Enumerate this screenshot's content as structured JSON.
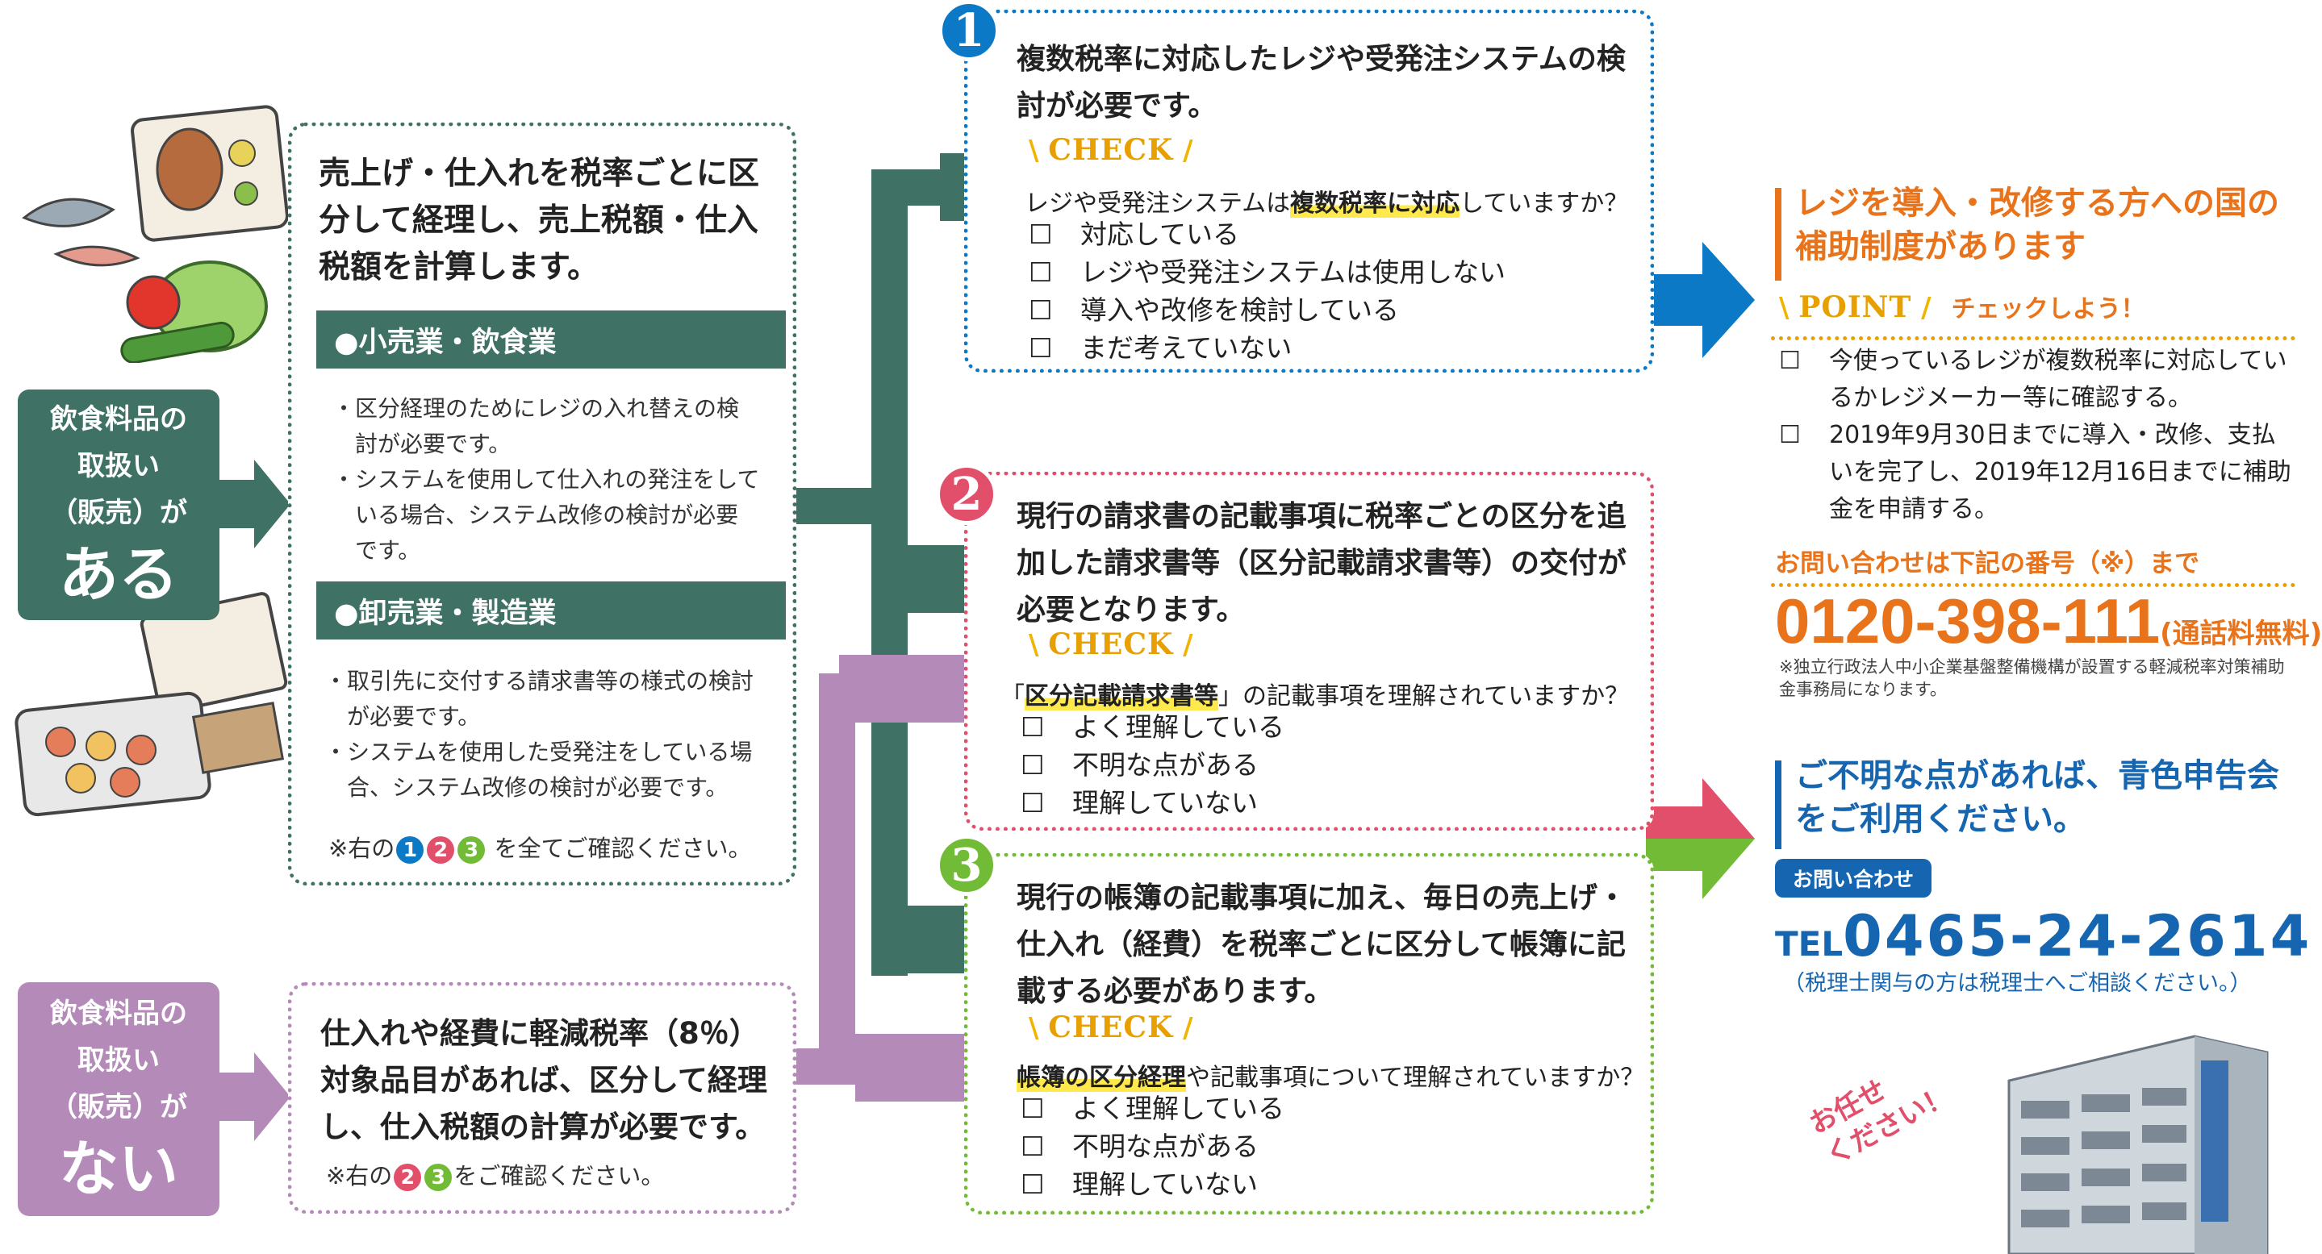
{
  "left_tags": {
    "aru": {
      "small": "飲食料品の\n取扱い\n（販売）が",
      "big": "ある"
    },
    "nai": {
      "small": "飲食料品の\n取扱い\n（販売）が",
      "big": "ない"
    }
  },
  "box_aru": {
    "heading": "売上げ・仕入れを税率ごとに区分して経理し、売上税額・仕入税額を計算します。",
    "sections": [
      {
        "title": "●小売業・飲食業",
        "bullets": [
          "・区分経理のためにレジの入れ替えの検討が必要です。",
          "・システムを使用して仕入れの発注をしている場合、システム改修の検討が必要です。"
        ]
      },
      {
        "title": "●卸売業・製造業",
        "bullets": [
          "・取引先に交付する請求書等の様式の検討が必要です。",
          "・システムを使用した受発注をしている場合、システム改修の検討が必要です。"
        ]
      }
    ],
    "note_prefix": "※右の",
    "note_suffix": "を全てご確認ください。"
  },
  "box_nai": {
    "heading": "仕入れや経費に軽減税率（8％）対象品目があれば、区分して経理し、仕入税額の計算が必要です。",
    "note_prefix": "※右の",
    "note_suffix": "をご確認ください。"
  },
  "numbers": [
    "1",
    "2",
    "3"
  ],
  "check_label": "CHECK",
  "check_boxes": [
    {
      "heading": "複数税率に対応したレジや受発注システムの検討が必要です。",
      "question_pre": "レジや受発注システムは",
      "question_mark": "複数税率に対応",
      "question_post": "していますか？",
      "options": [
        "対応している",
        "レジや受発注システムは使用しない",
        "導入や改修を検討している",
        "まだ考えていない"
      ]
    },
    {
      "heading": "現行の請求書の記載事項に税率ごとの区分を追加した請求書等（区分記載請求書等）の交付が必要となります。",
      "question_pre": "「",
      "question_mark": "区分記載請求書等",
      "question_post": "」の記載事項を理解されていますか？",
      "options": [
        "よく理解している",
        "不明な点がある",
        "理解していない"
      ]
    },
    {
      "heading": "現行の帳簿の記載事項に加え、毎日の売上げ・仕入れ（経費）を税率ごとに区分して帳簿に記載する必要があります。",
      "question_pre": "",
      "question_mark": "帳簿の区分経理",
      "question_post": "や記載事項について理解されていますか？",
      "options": [
        "よく理解している",
        "不明な点がある",
        "理解していない"
      ]
    }
  ],
  "checkbox_glyph": "☐",
  "right_top": {
    "heading": "レジを導入・改修する方への国の補助制度があります",
    "point_label": "POINT",
    "point_sub": "チェックしよう！",
    "items": [
      "今使っているレジが複数税率に対応しているかレジメーカー等に確認する。",
      "2019年9月30日までに導入・改修、支払いを完了し、2019年12月16日までに補助金を申請する。"
    ],
    "contact_line": "お問い合わせは下記の番号（※）まで",
    "phone": "0120-398-111",
    "phone_note": "(通話料無料)",
    "footnote": "※独立行政法人中小企業基盤整備機構が設置する軽減税率対策補助金事務局になります。"
  },
  "right_bottom": {
    "heading": "ご不明な点があれば、青色申告会をご利用ください。",
    "contact_badge": "お問い合わせ",
    "tel_label": "TEL",
    "tel": "0465-24-2614",
    "tel_note": "（税理士関与の方は税理士へご相談ください。）",
    "sign_text": "お任せ\nください！"
  },
  "colors": {
    "teal": "#3f7265",
    "purple": "#b48ab9",
    "blue": "#0c79c7",
    "pink": "#e24f6a",
    "green": "#72bb37",
    "orange": "#e8731a"
  }
}
